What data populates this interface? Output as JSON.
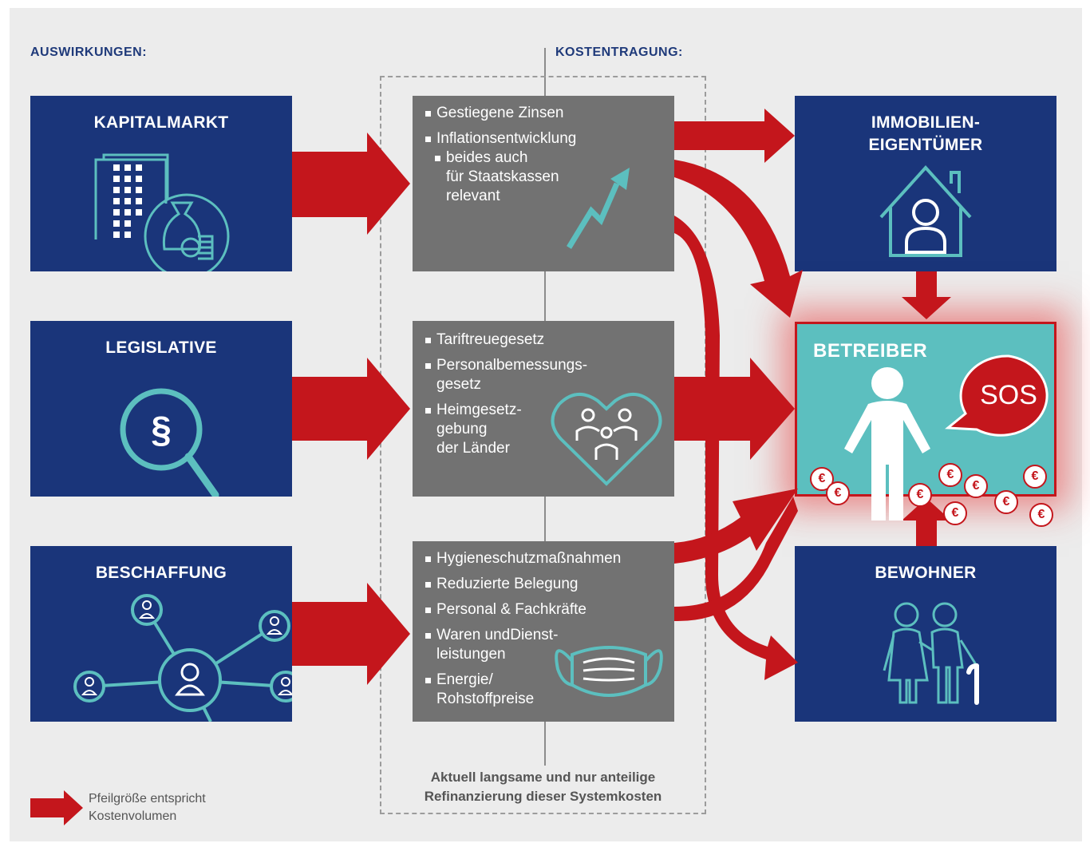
{
  "headings": {
    "left": "AUSWIRKUNGEN:",
    "right": "KOSTENTRAGUNG:"
  },
  "sources": [
    {
      "title": "KAPITALMARKT",
      "icon": "building-money-icon"
    },
    {
      "title": "LEGISLATIVE",
      "icon": "paragraph-magnifier-icon"
    },
    {
      "title": "BESCHAFFUNG",
      "icon": "network-people-icon"
    }
  ],
  "middle": [
    {
      "items": [
        "Gestiegene Zinsen",
        "Inflationsentwicklung"
      ],
      "sub": [
        "beides auch",
        "für Staatskassen",
        "relevant"
      ],
      "icon": "trend-arrow-icon"
    },
    {
      "items": [
        "Tariftreuegesetz",
        "Personalbemessungs-",
        "gesetz",
        "Heimgesetz-",
        "gebung",
        "der Länder"
      ],
      "icon": "heart-family-icon"
    },
    {
      "items": [
        "Hygieneschutzmaßnahmen",
        "Reduzierte Belegung",
        "Personal & Fachkräfte",
        "Waren undDienst-",
        "leistungen",
        "Energie/",
        "Rohstoffpreise"
      ],
      "icon": "face-mask-icon"
    }
  ],
  "targets": {
    "owner": {
      "line1": "IMMOBILIEN-",
      "line2": "EIGENTÜMER",
      "icon": "house-person-icon"
    },
    "operator": {
      "title": "BETREIBER",
      "bubble": "SOS",
      "icon": "person-icon",
      "coin": "€"
    },
    "residents": {
      "title": "BEWOHNER",
      "icon": "elderly-couple-icon"
    }
  },
  "note": {
    "line1": "Aktuell langsame und nur anteilige",
    "line2": "Refinanzierung dieser Systemkosten"
  },
  "legend": {
    "line1": "Pfeilgröße entspricht",
    "line2": "Kostenvolumen"
  },
  "colors": {
    "navy": "#1a357a",
    "grey": "#727272",
    "red": "#c4161c",
    "teal": "#5cbfbf"
  }
}
